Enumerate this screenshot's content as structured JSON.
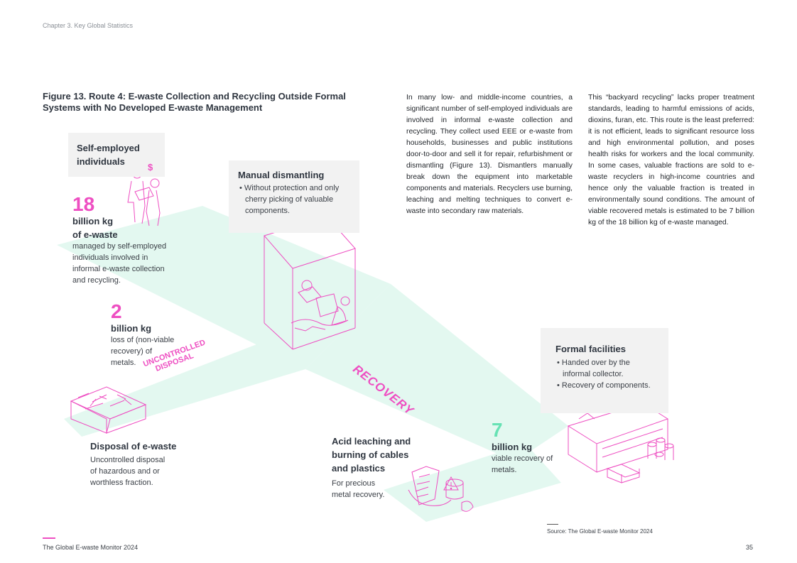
{
  "header": {
    "chapter": "Chapter 3. Key Global Statistics"
  },
  "figure": {
    "title": "Figure 13. Route 4: E-waste Collection and Recycling Outside Formal Systems with No Developed E-waste Management",
    "self_employed": {
      "label_line1": "Self-employed",
      "label_line2": "individuals"
    },
    "stat_18": {
      "value": "18",
      "unit_line1": "billion kg",
      "unit_line2": "of e-waste",
      "desc": [
        "managed by self-employed",
        "individuals involved in",
        "informal e-waste collection",
        "and recycling."
      ]
    },
    "stat_2": {
      "value": "2",
      "unit": "billion kg",
      "desc": [
        "loss of (non-viable",
        "recovery) of",
        "metals."
      ]
    },
    "manual": {
      "title": "Manual dismantling",
      "bullets": [
        "• Without protection and only",
        "cherry picking of valuable",
        "components."
      ]
    },
    "uncontrolled_line1": "UNCONTROLLED",
    "uncontrolled_line2": "DISPOSAL",
    "recovery_label": "RECOVERY",
    "disposal": {
      "title": "Disposal of e-waste",
      "desc": [
        "Uncontrolled disposal",
        "of hazardous and or",
        "worthless fraction."
      ]
    },
    "acid": {
      "title": [
        "Acid leaching and",
        "burning of cables",
        "and plastics"
      ],
      "desc": [
        "For precious",
        "metal recovery."
      ]
    },
    "stat_7": {
      "value": "7",
      "unit": "billion kg",
      "desc": [
        "viable recovery of",
        "metals."
      ]
    },
    "formal": {
      "title": "Formal facilities",
      "bullets": [
        "• Handed over by the",
        "informal collector.",
        "• Recovery of components."
      ]
    },
    "dollar": "$"
  },
  "body": {
    "col1": "In many low- and middle-income countries, a significant number of self-employed individuals are involved in informal e-waste collection and recycling. They collect used EEE or e-waste from households, businesses and public institutions door-to-door and sell it for repair, refurbishment or dismantling (Figure 13). Dismantlers manually break down the equipment into marketable components and materials. Recyclers use burning, leaching and melting techniques to convert e-waste into secondary raw materials.",
    "col2": "This “backyard recycling” lacks proper treatment standards, leading to harmful emissions of acids, dioxins, furan, etc. This route is the least preferred: it is not efficient, leads to significant resource loss and high environmental pollution, and poses health risks for workers and the local community. In some cases, valuable fractions are sold to e-waste recyclers in high-income countries and hence only the valuable fraction is treated in environmentally sound conditions. The amount of viable recovered metals is estimated to be 7 billion kg of the 18 billion kg of e-waste managed."
  },
  "source": "Source: The Global E-waste Monitor 2024",
  "footer": {
    "publication": "The Global E-waste Monitor 2024",
    "page": "35"
  },
  "colors": {
    "pink": "#ee4fc2",
    "mint": "#67e2b4",
    "band": "#e3f8f0",
    "box": "#f2f2f2"
  }
}
